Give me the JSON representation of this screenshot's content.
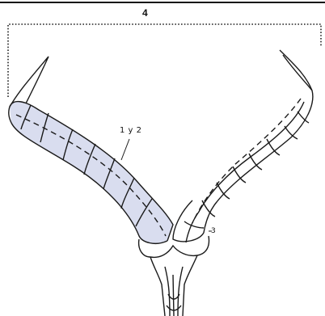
{
  "labels": {
    "measure": "4",
    "length_label": "1 y 2",
    "base_label": "3"
  },
  "colors": {
    "highlight": "#d9ddef",
    "ink": "#1a1a1a",
    "guide": "#222222"
  }
}
